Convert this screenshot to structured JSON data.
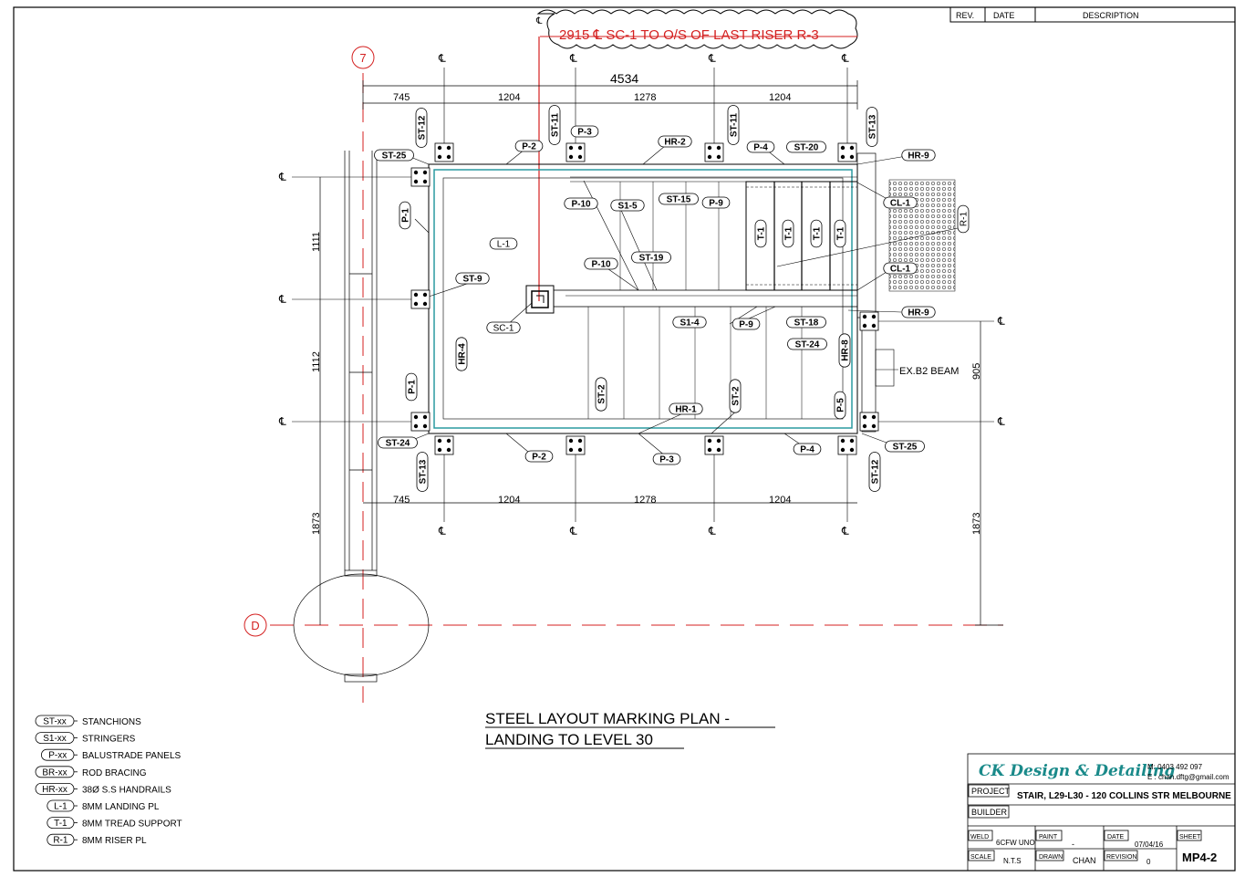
{
  "revision_table": {
    "headers": [
      "REV.",
      "DATE",
      "DESCRIPTION"
    ]
  },
  "cloud_note": "2915 ℄ SC-1 TO O/S OF LAST RISER R-3",
  "cloud_mark": "℄",
  "grids": {
    "grid_7": "7",
    "grid_D": "D"
  },
  "centerline_symbol": "℄",
  "dims": {
    "overall": "4534",
    "top": [
      "745",
      "1204",
      "1278",
      "1204"
    ],
    "bottom": [
      "745",
      "1204",
      "1278",
      "1204"
    ],
    "left": [
      "1111",
      "1112",
      "1873"
    ],
    "right": [
      "905",
      "1873"
    ]
  },
  "tags": {
    "st12a": "ST-12",
    "st11a": "ST-11",
    "st11b": "ST-11",
    "st13a": "ST-13",
    "st25a": "ST-25",
    "p2a": "P-2",
    "p3a": "P-3",
    "hr2": "HR-2",
    "p4a": "P-4",
    "st20": "ST-20",
    "hr9a": "HR-9",
    "cl1a": "CL-1",
    "r1": "R-1",
    "p10a": "P-10",
    "s15": "S1-5",
    "st15": "ST-15",
    "p9a": "P-9",
    "t1a": "T-1",
    "t1b": "T-1",
    "t1c": "T-1",
    "t1d": "T-1",
    "p1a": "P-1",
    "l1": "L-1",
    "st9": "ST-9",
    "p10b": "P-10",
    "st19": "ST-19",
    "cl1b": "CL-1",
    "sc1": "SC-1",
    "s14": "S1-4",
    "p9b": "P-9",
    "st18": "ST-18",
    "hr9b": "HR-9",
    "hr4": "HR-4",
    "st24a": "ST-24",
    "hr8": "HR-8",
    "p1b": "P-1",
    "st2a": "ST-2",
    "hr1": "HR-1",
    "st2b": "ST-2",
    "p5": "P-5",
    "st24b": "ST-24",
    "p2b": "P-2",
    "p3b": "P-3",
    "p4b": "P-4",
    "st25b": "ST-25",
    "st13b": "ST-13",
    "st12b": "ST-12"
  },
  "beam_label": "EX.B2 BEAM",
  "title": {
    "line1": "STEEL LAYOUT MARKING PLAN -",
    "line2": "LANDING TO LEVEL 30"
  },
  "legend": [
    {
      "code": "ST-xx",
      "desc": "STANCHIONS"
    },
    {
      "code": "S1-xx",
      "desc": "STRINGERS"
    },
    {
      "code": "P-xx",
      "desc": "BALUSTRADE PANELS"
    },
    {
      "code": "BR-xx",
      "desc": "ROD BRACING"
    },
    {
      "code": "HR-xx",
      "desc": "38Ø S.S HANDRAILS"
    },
    {
      "code": "L-1",
      "desc": "8MM LANDING PL"
    },
    {
      "code": "T-1",
      "desc": "8MM TREAD SUPPORT"
    },
    {
      "code": "R-1",
      "desc": "8MM RISER PL"
    }
  ],
  "title_block": {
    "company": "CK Design & Detailing",
    "mobile": "M: 0403 492 097",
    "email": "E : chan.dftg@gmail.com",
    "project_label": "PROJECT",
    "project": "STAIR, L29-L30 - 120 COLLINS STR MELBOURNE",
    "builder_label": "BUILDER",
    "weld_label": "WELD",
    "weld": "6CFW UNO",
    "paint_label": "PAINT",
    "paint": "-",
    "date_label": "DATE",
    "date": "07/04/16",
    "sheet_label": "SHEET",
    "sheet": "MP4-2",
    "scale_label": "SCALE",
    "scale": "N.T.S",
    "drawn_label": "DRAWN",
    "drawn": "CHAN",
    "revision_label": "REVISION",
    "revision": "0"
  },
  "colors": {
    "grid_red": "#d42020",
    "stringer_teal": "#2a9aa0",
    "line": "#000000"
  }
}
